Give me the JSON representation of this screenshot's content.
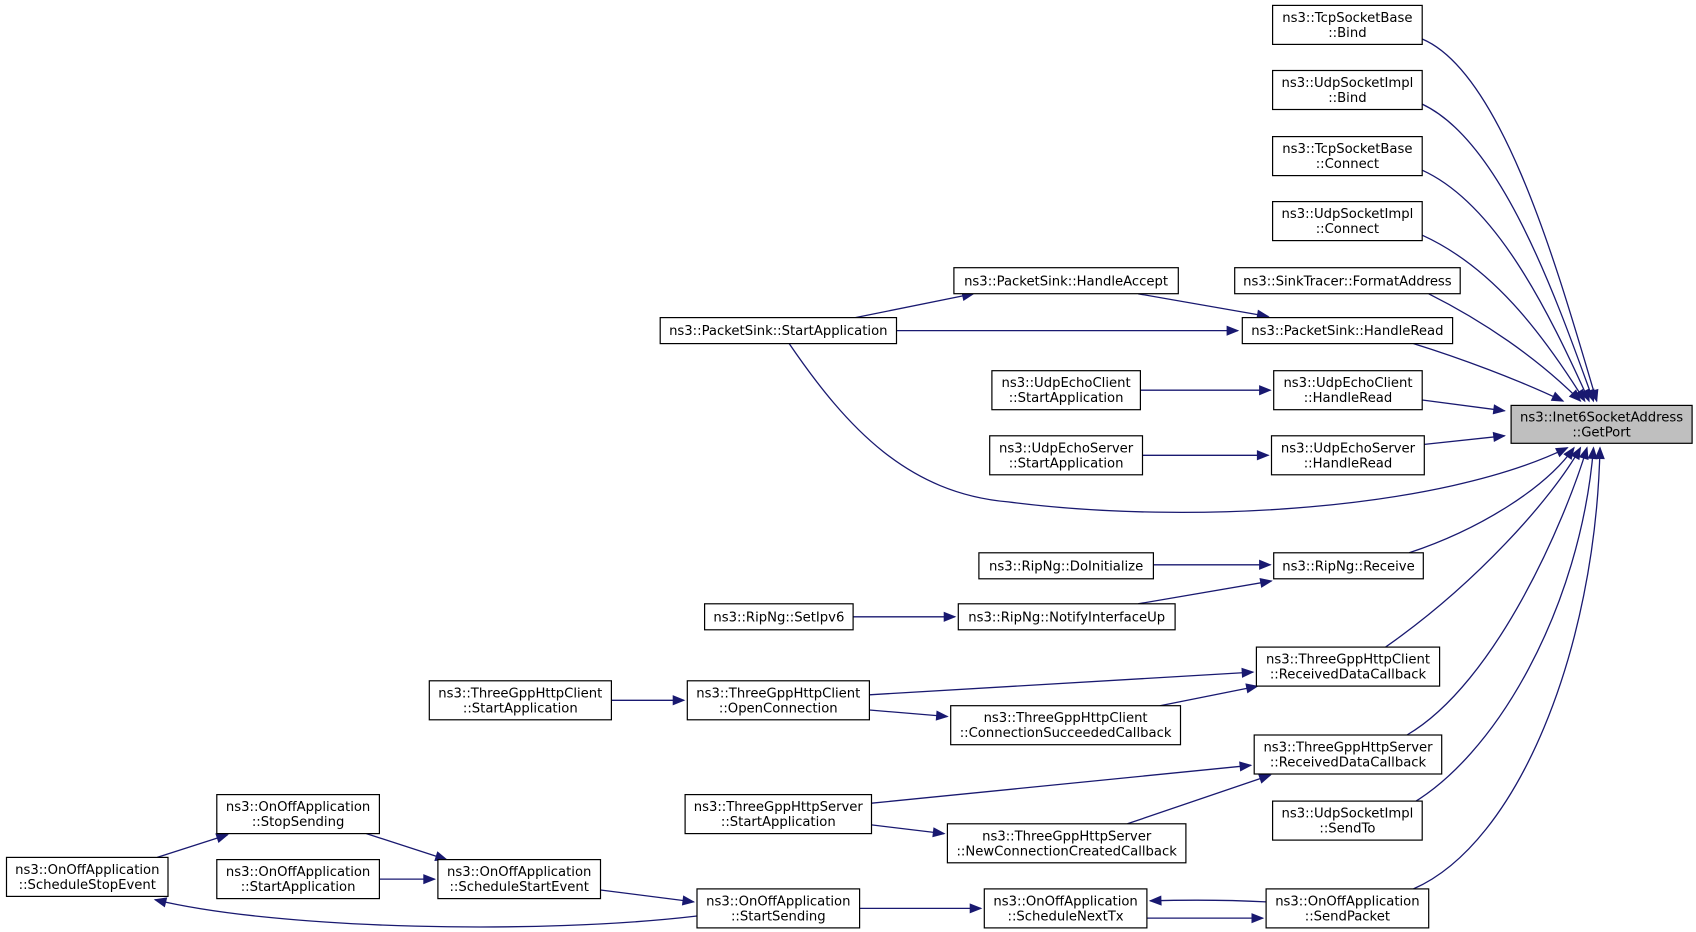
{
  "colors": {
    "edge": "#191970",
    "node_border": "#000000",
    "root_fill": "#bfbfbf",
    "node_fill": "#ffffff"
  },
  "nodes": [
    {
      "id": "root",
      "lines": [
        "ns3::Inet6SocketAddress",
        "::GetPort"
      ],
      "root": true
    },
    {
      "id": "tcp_bind",
      "lines": [
        "ns3::TcpSocketBase",
        "::Bind"
      ]
    },
    {
      "id": "udp_bind",
      "lines": [
        "ns3::UdpSocketImpl",
        "::Bind"
      ]
    },
    {
      "id": "tcp_connect",
      "lines": [
        "ns3::TcpSocketBase",
        "::Connect"
      ]
    },
    {
      "id": "udp_connect",
      "lines": [
        "ns3::UdpSocketImpl",
        "::Connect"
      ]
    },
    {
      "id": "sinktracer",
      "lines": [
        "ns3::SinkTracer::FormatAddress"
      ]
    },
    {
      "id": "ps_accept",
      "lines": [
        "ns3::PacketSink::HandleAccept"
      ]
    },
    {
      "id": "ps_read",
      "lines": [
        "ns3::PacketSink::HandleRead"
      ]
    },
    {
      "id": "ps_start",
      "lines": [
        "ns3::PacketSink::StartApplication"
      ]
    },
    {
      "id": "uec_start",
      "lines": [
        "ns3::UdpEchoClient",
        "::StartApplication"
      ]
    },
    {
      "id": "uec_read",
      "lines": [
        "ns3::UdpEchoClient",
        "::HandleRead"
      ]
    },
    {
      "id": "ues_start",
      "lines": [
        "ns3::UdpEchoServer",
        "::StartApplication"
      ]
    },
    {
      "id": "ues_read",
      "lines": [
        "ns3::UdpEchoServer",
        "::HandleRead"
      ]
    },
    {
      "id": "rip_init",
      "lines": [
        "ns3::RipNg::DoInitialize"
      ]
    },
    {
      "id": "rip_recv",
      "lines": [
        "ns3::RipNg::Receive"
      ]
    },
    {
      "id": "rip_setipv6",
      "lines": [
        "ns3::RipNg::SetIpv6"
      ]
    },
    {
      "id": "rip_notify",
      "lines": [
        "ns3::RipNg::NotifyInterfaceUp"
      ]
    },
    {
      "id": "hc_start",
      "lines": [
        "ns3::ThreeGppHttpClient",
        "::StartApplication"
      ]
    },
    {
      "id": "hc_open",
      "lines": [
        "ns3::ThreeGppHttpClient",
        "::OpenConnection"
      ]
    },
    {
      "id": "hc_succ",
      "lines": [
        "ns3::ThreeGppHttpClient",
        "::ConnectionSucceededCallback"
      ]
    },
    {
      "id": "hc_recv",
      "lines": [
        "ns3::ThreeGppHttpClient",
        "::ReceivedDataCallback"
      ]
    },
    {
      "id": "hs_start",
      "lines": [
        "ns3::ThreeGppHttpServer",
        "::StartApplication"
      ]
    },
    {
      "id": "hs_newconn",
      "lines": [
        "ns3::ThreeGppHttpServer",
        "::NewConnectionCreatedCallback"
      ]
    },
    {
      "id": "hs_recv",
      "lines": [
        "ns3::ThreeGppHttpServer",
        "::ReceivedDataCallback"
      ]
    },
    {
      "id": "udp_sendto",
      "lines": [
        "ns3::UdpSocketImpl",
        "::SendTo"
      ]
    },
    {
      "id": "oo_stopsend",
      "lines": [
        "ns3::OnOffApplication",
        "::StopSending"
      ]
    },
    {
      "id": "oo_schedstop",
      "lines": [
        "ns3::OnOffApplication",
        "::ScheduleStopEvent"
      ]
    },
    {
      "id": "oo_startapp",
      "lines": [
        "ns3::OnOffApplication",
        "::StartApplication"
      ]
    },
    {
      "id": "oo_schedstart",
      "lines": [
        "ns3::OnOffApplication",
        "::ScheduleStartEvent"
      ]
    },
    {
      "id": "oo_startsend",
      "lines": [
        "ns3::OnOffApplication",
        "::StartSending"
      ]
    },
    {
      "id": "oo_schednext",
      "lines": [
        "ns3::OnOffApplication",
        "::ScheduleNextTx"
      ]
    },
    {
      "id": "oo_sendpacket",
      "lines": [
        "ns3::OnOffApplication",
        "::SendPacket"
      ]
    }
  ],
  "edges": [
    {
      "from": "tcp_bind",
      "to": "root"
    },
    {
      "from": "udp_bind",
      "to": "root"
    },
    {
      "from": "tcp_connect",
      "to": "root"
    },
    {
      "from": "udp_connect",
      "to": "root"
    },
    {
      "from": "sinktracer",
      "to": "root"
    },
    {
      "from": "ps_read",
      "to": "root"
    },
    {
      "from": "uec_read",
      "to": "root"
    },
    {
      "from": "ues_read",
      "to": "root"
    },
    {
      "from": "ps_start",
      "to": "root"
    },
    {
      "from": "rip_recv",
      "to": "root"
    },
    {
      "from": "hc_recv",
      "to": "root"
    },
    {
      "from": "hs_recv",
      "to": "root"
    },
    {
      "from": "udp_sendto",
      "to": "root"
    },
    {
      "from": "oo_sendpacket",
      "to": "root"
    },
    {
      "from": "ps_start",
      "to": "ps_accept"
    },
    {
      "from": "ps_accept",
      "to": "ps_read"
    },
    {
      "from": "ps_start",
      "to": "ps_read"
    },
    {
      "from": "uec_start",
      "to": "uec_read"
    },
    {
      "from": "ues_start",
      "to": "ues_read"
    },
    {
      "from": "rip_init",
      "to": "rip_recv"
    },
    {
      "from": "rip_notify",
      "to": "rip_recv"
    },
    {
      "from": "rip_setipv6",
      "to": "rip_notify"
    },
    {
      "from": "hc_open",
      "to": "hc_recv"
    },
    {
      "from": "hc_succ",
      "to": "hc_recv"
    },
    {
      "from": "hc_start",
      "to": "hc_open"
    },
    {
      "from": "hc_open",
      "to": "hc_succ"
    },
    {
      "from": "hs_start",
      "to": "hs_recv"
    },
    {
      "from": "hs_newconn",
      "to": "hs_recv"
    },
    {
      "from": "hs_start",
      "to": "hs_newconn"
    },
    {
      "from": "oo_schedstop",
      "to": "oo_stopsend"
    },
    {
      "from": "oo_stopsend",
      "to": "oo_schedstart"
    },
    {
      "from": "oo_startapp",
      "to": "oo_schedstart"
    },
    {
      "from": "oo_schedstart",
      "to": "oo_startsend"
    },
    {
      "from": "oo_startsend",
      "to": "oo_schedstop"
    },
    {
      "from": "oo_startsend",
      "to": "oo_schednext"
    },
    {
      "from": "oo_schednext",
      "to": "oo_sendpacket"
    },
    {
      "from": "oo_sendpacket",
      "to": "oo_schednext"
    }
  ]
}
